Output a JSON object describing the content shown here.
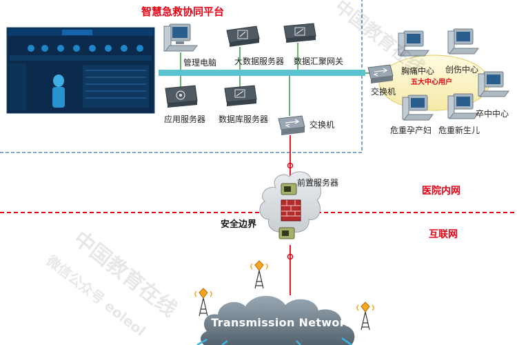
{
  "title": "智慧急救协同平台",
  "zones": {
    "inner": "医院内网",
    "internet": "互联网"
  },
  "security_boundary": "安全边界",
  "cloud": "Transmission Network",
  "platform_nodes": {
    "management_pc": "管理电脑",
    "big_data_server": "大数据服务器",
    "data_gateway": "数据汇聚网关",
    "app_server": "应用服务器",
    "db_server": "数据库服务器",
    "switch_main": "交换机",
    "front_server": "前置服务器"
  },
  "centers": {
    "switch_label": "交换机",
    "group_label": "五大中心用户",
    "chest_pain": "胸痛中心",
    "trauma": "创伤中心",
    "stroke": "卒中中心",
    "maternal": "危重孕产妇",
    "newborn": "危重新生儿"
  },
  "watermark": {
    "line1": "中国教育在线",
    "line2": "微信公众号 eoleol"
  },
  "colors": {
    "accent_red": "#e60012",
    "bus": "#5ac3cf",
    "link_green": "#2d9e3a",
    "dashed_blue": "#2f6db5"
  }
}
